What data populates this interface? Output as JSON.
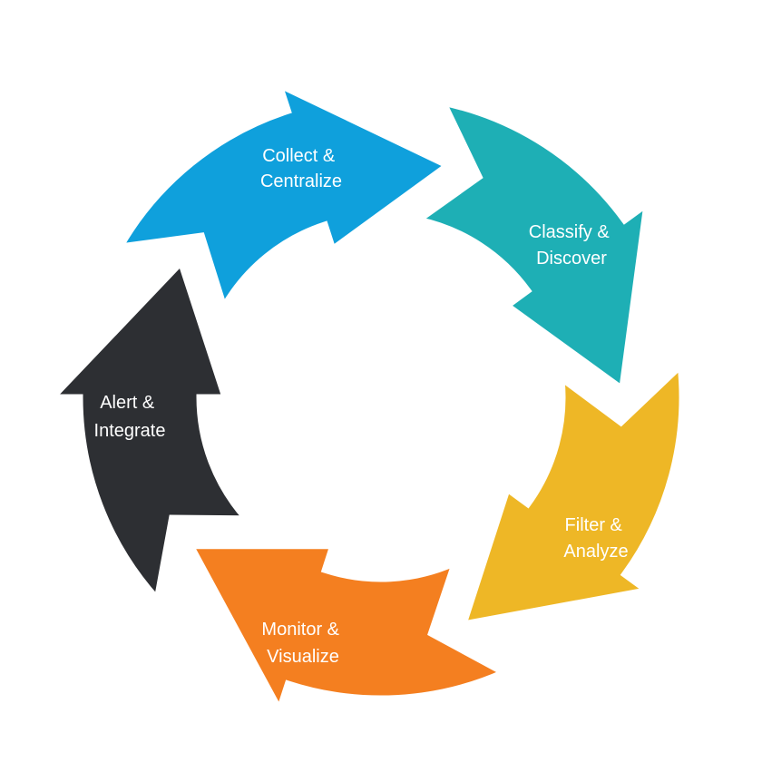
{
  "diagram": {
    "type": "cycle",
    "steps": [
      {
        "line1": "Collect &",
        "line2": "Centralize",
        "color": "#0fa0dc"
      },
      {
        "line1": "Classify &",
        "line2": "Discover",
        "color": "#1eafb5"
      },
      {
        "line1": "Filter &",
        "line2": "Analyze",
        "color": "#eeb726"
      },
      {
        "line1": "Monitor &",
        "line2": "Visualize",
        "color": "#f47f20"
      },
      {
        "line1": "Alert &",
        "line2": "Integrate",
        "color": "#2d2f33"
      }
    ]
  }
}
